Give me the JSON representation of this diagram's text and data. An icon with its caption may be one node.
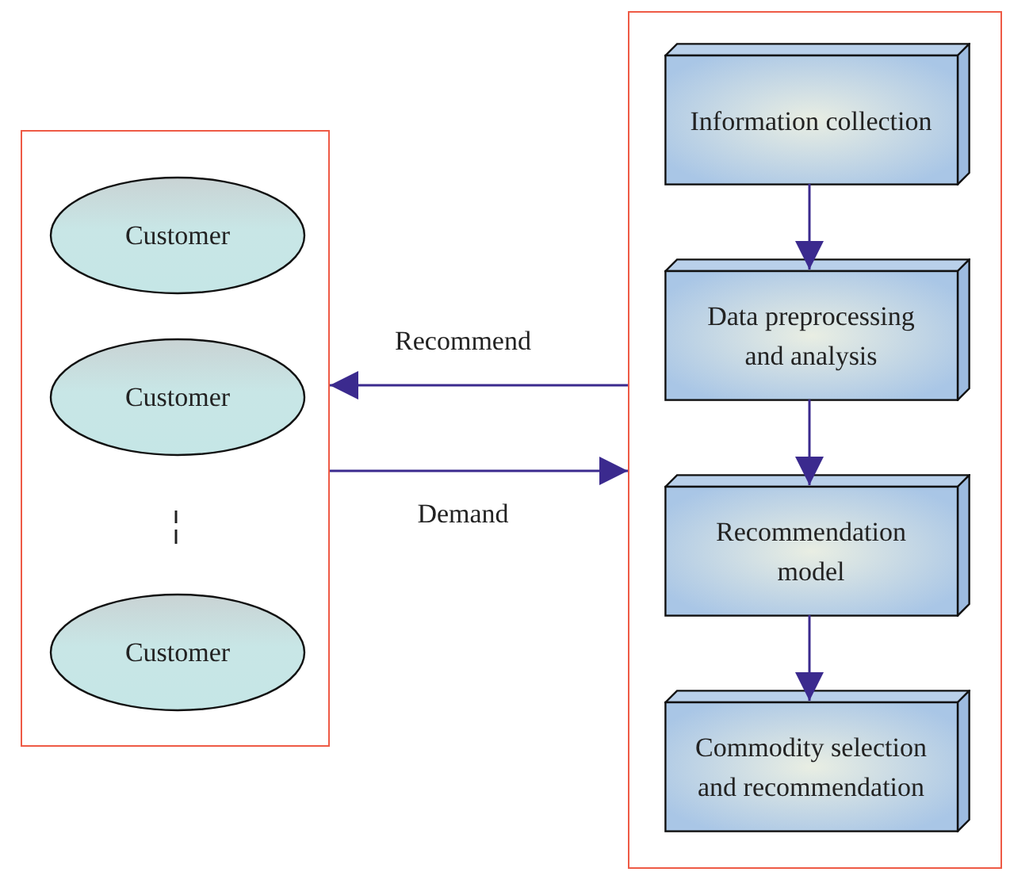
{
  "diagram": {
    "nodes": [
      {
        "text": [],
        "shape": "box"
      },
      {
        "text": [
          "Customer"
        ],
        "in": 0
      },
      {
        "text": [
          "Customer"
        ],
        "in": 0
      },
      {
        "text": [
          "Customer"
        ],
        "in": 0
      },
      {
        "text": [],
        "shape": "box"
      },
      {
        "text": [
          "Information collection"
        ],
        "in": 4
      },
      {
        "text": [
          "Data preprocessing and analysis"
        ],
        "in": 4
      },
      {
        "text": [
          "Recommendation model"
        ],
        "in": 4
      },
      {
        "text": [
          "Commodity selection and recommendation"
        ],
        "in": 4
      }
    ],
    "edges": [
      {
        "from": 4,
        "to": 0,
        "arrow": "to",
        "label": "Recommend"
      },
      {
        "from": 0,
        "to": 4,
        "arrow": "to",
        "label": "Demand"
      },
      {
        "from": 5,
        "to": 6,
        "arrow": "to"
      },
      {
        "from": 6,
        "to": 7,
        "arrow": "to"
      },
      {
        "from": 7,
        "to": 8,
        "arrow": "to"
      }
    ]
  }
}
